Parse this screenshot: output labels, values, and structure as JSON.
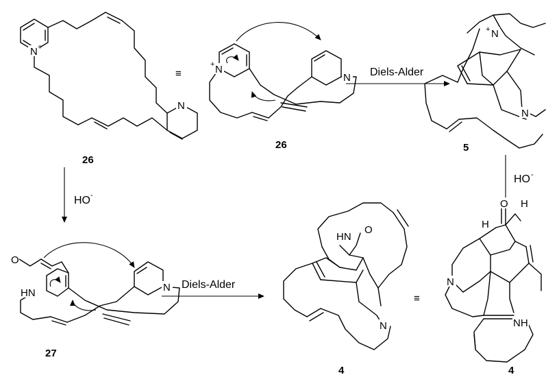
{
  "compound_labels": {
    "c26_left": "26",
    "c26_mid": "26",
    "c5": "5",
    "c27": "27",
    "c4_mid": "4",
    "c4_right": "4"
  },
  "conditions": {
    "diels_alder_top": "Diels-Alder",
    "diels_alder_bottom": "Diels-Alder",
    "base_left": "HO",
    "base_right": "HO",
    "base_charge": "-"
  },
  "atoms": {
    "n": "N",
    "n_plus": "+",
    "hn": "HN",
    "nh": "NH",
    "o": "O",
    "h": "H",
    "equiv": "≡"
  }
}
